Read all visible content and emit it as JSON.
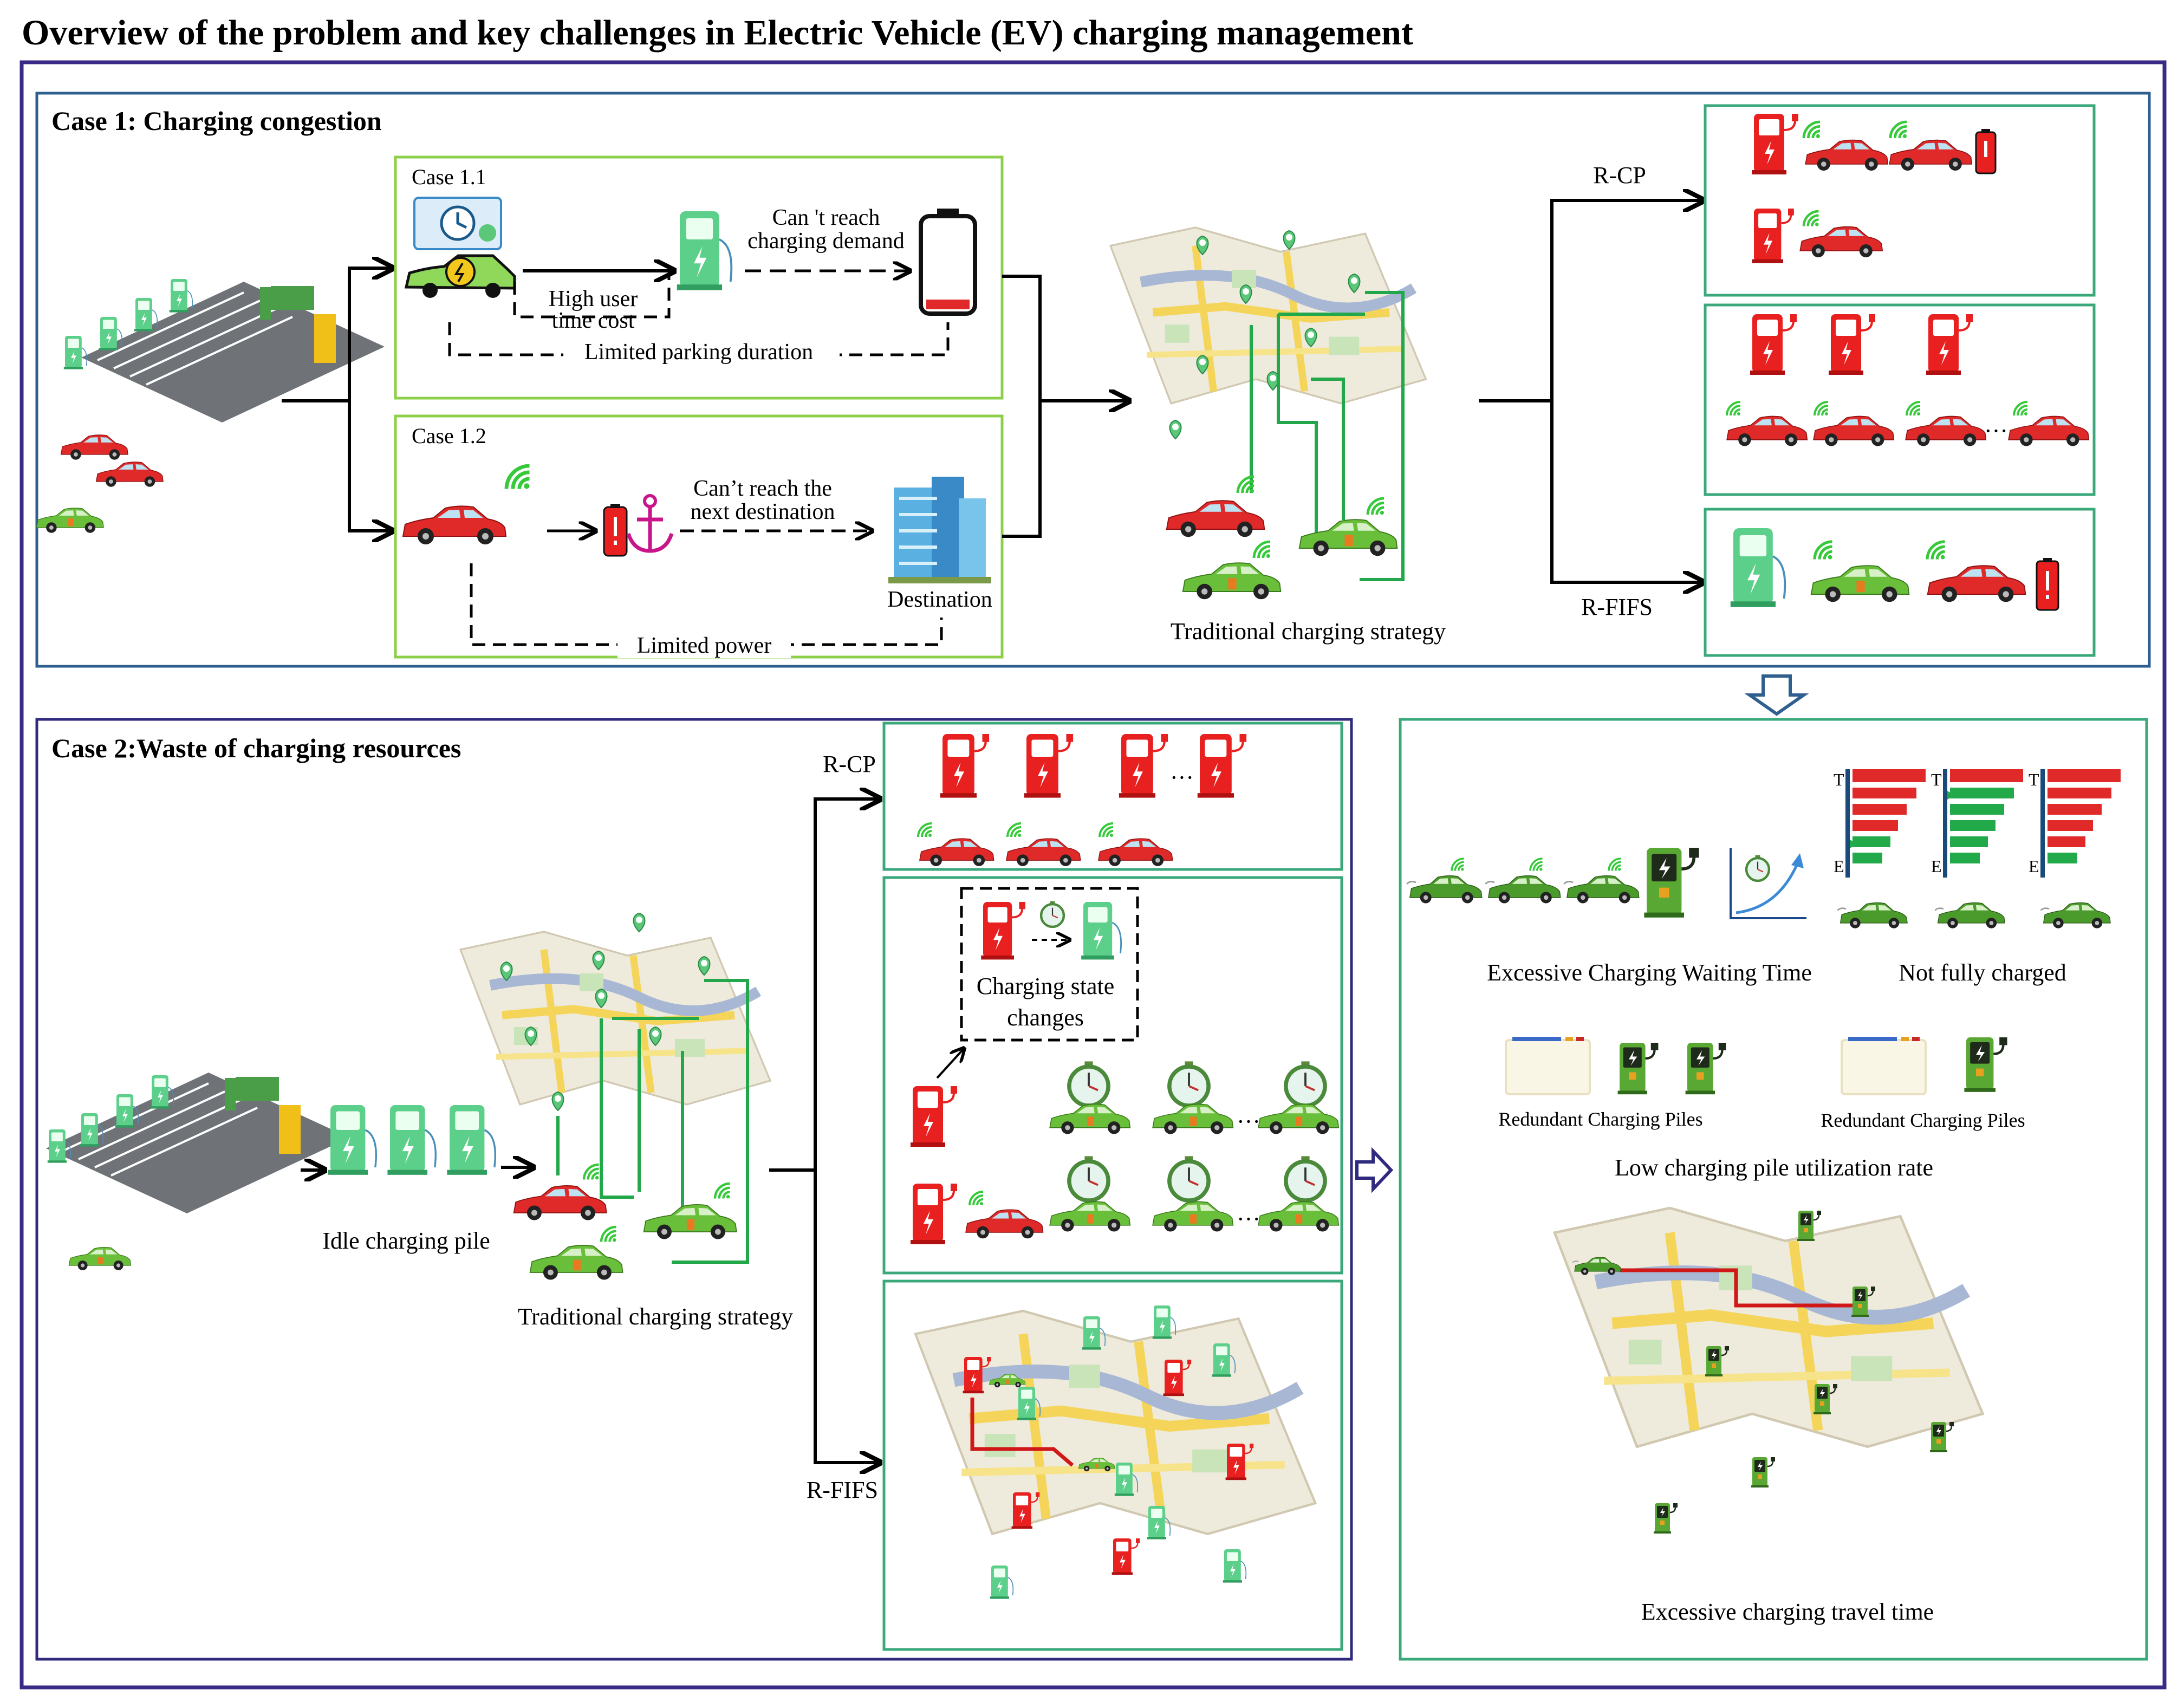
{
  "title": "Overview of the problem and key challenges in Electric Vehicle (EV) charging management",
  "case1": {
    "heading": "Case 1: Charging congestion",
    "case11": {
      "label": "Case 1.1",
      "cant_reach_l1": "Can 't reach",
      "cant_reach_l2": "charging demand",
      "high_cost_l1": "High user",
      "high_cost_l2": "time cost",
      "limited_parking": "Limited parking duration"
    },
    "case12": {
      "label": "Case 1.2",
      "cant_reach_l1": "Can’t reach the",
      "cant_reach_l2": "next destination",
      "destination": "Destination",
      "limited_power": "Limited power"
    },
    "strategy": "Traditional charging strategy",
    "rcp": "R-CP",
    "rfifs": "R-FIFS",
    "ellipsis": "···"
  },
  "case2": {
    "heading": "Case 2:Waste of charging resources",
    "idle": "Idle charging pile",
    "strategy": "Traditional charging strategy",
    "rcp": "R-CP",
    "rfifs": "R-FIFS",
    "state_l1": "Charging state",
    "state_l2": "changes",
    "ellipsis": "···"
  },
  "results": {
    "waiting": "Excessive Charging Waiting Time",
    "not_full": "Not fully charged",
    "redundant_1": "Redundant Charging Piles",
    "redundant_2": "Redundant Charging Piles",
    "low_util": "Low charging pile utilization rate",
    "travel": "Excessive charging travel time",
    "bar_t": "T",
    "bar_e": "E"
  },
  "colors": {
    "frame_purple": "#3a2a86",
    "frame_blue": "#2f5f8e",
    "box_lime": "#8ecf4a",
    "box_green": "#3aa87a",
    "ev_red": "#e02a2a",
    "ev_green": "#6abf3a",
    "pile_green": "#5ccf8a",
    "signal_green": "#36c93a",
    "anchor_magenta": "#c8168a",
    "route_green": "#22a84a",
    "route_red": "#d01818"
  }
}
